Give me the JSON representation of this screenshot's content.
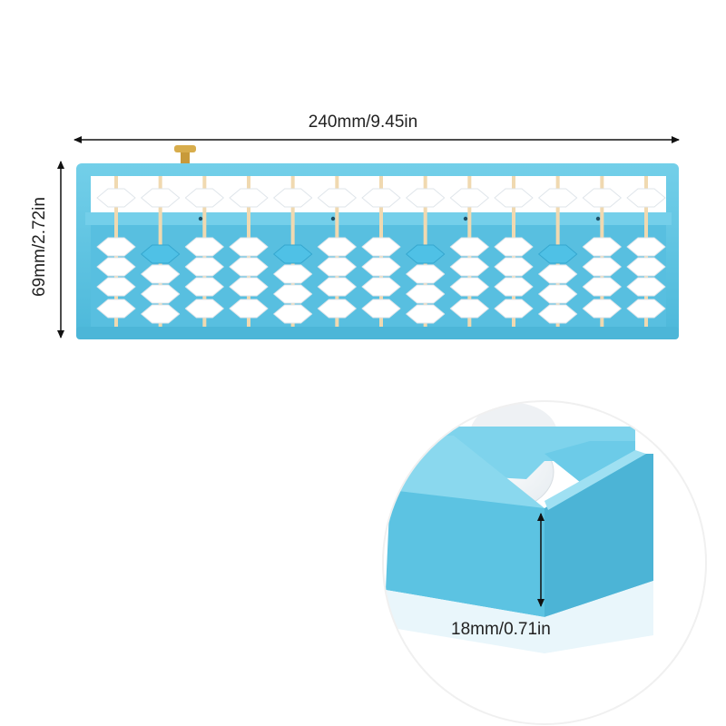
{
  "dimensions": {
    "width_label": "240mm/9.45in",
    "height_label": "69mm/2.72in",
    "depth_label": "18mm/0.71in"
  },
  "abacus": {
    "rods": 13,
    "upper_beads_per_rod": 1,
    "lower_beads_per_rod": 4,
    "highlighted_lower_rods": [
      1,
      4,
      7,
      10
    ]
  },
  "colors": {
    "frame": "#5cc3e2",
    "frame_dark": "#3aa6c8",
    "bead": "#ffffff",
    "accent_bead": "#4fc1e6",
    "rod": "#f0d9b0",
    "arrow": "#111111"
  }
}
